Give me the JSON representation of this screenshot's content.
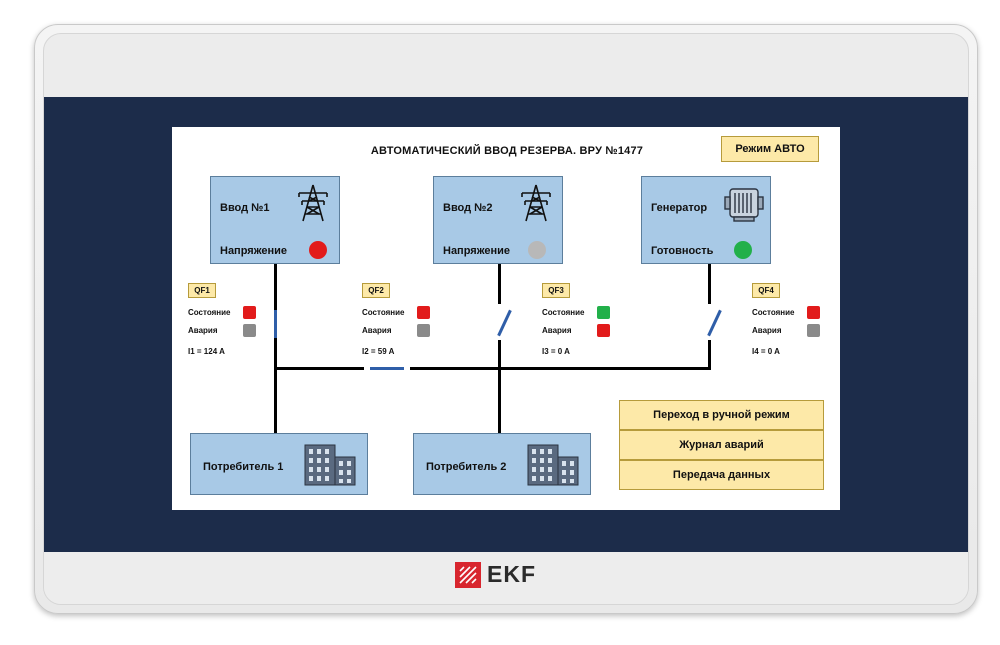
{
  "screen": {
    "title": "АВТОМАТИЧЕСКИЙ ВВОД РЕЗЕРВА. ВРУ №1477",
    "mode_label": "Режим АВТО"
  },
  "sources": [
    {
      "name": "Ввод №1",
      "status_label": "Напряжение",
      "lamp_color": "#e21b1b",
      "icon": "power-tower-icon"
    },
    {
      "name": "Ввод №2",
      "status_label": "Напряжение",
      "lamp_color": "#b8b8b8",
      "icon": "power-tower-icon"
    },
    {
      "name": "Генератор",
      "status_label": "Готовность",
      "lamp_color": "#22b04a",
      "icon": "generator-icon"
    }
  ],
  "breakers": [
    {
      "label": "QF1",
      "state_label": "Состояние",
      "state_color": "#e21b1b",
      "alarm_label": "Авария",
      "alarm_color": "#8a8a8a",
      "current": "I1 = 124 A"
    },
    {
      "label": "QF2",
      "state_label": "Состояние",
      "state_color": "#e21b1b",
      "alarm_label": "Авария",
      "alarm_color": "#8a8a8a",
      "current": "I2 = 59 A"
    },
    {
      "label": "QF3",
      "state_label": "Состояние",
      "state_color": "#22b04a",
      "alarm_label": "Авария",
      "alarm_color": "#e21b1b",
      "current": "I3 = 0 A"
    },
    {
      "label": "QF4",
      "state_label": "Состояние",
      "state_color": "#e21b1b",
      "alarm_label": "Авария",
      "alarm_color": "#8a8a8a",
      "current": "I4 = 0 A"
    }
  ],
  "consumers": [
    {
      "name": "Потребитель 1",
      "icon": "building-icon"
    },
    {
      "name": "Потребитель 2",
      "icon": "building-icon"
    }
  ],
  "menu": {
    "manual_mode": "Переход в ручной режим",
    "alarm_log": "Журнал аварий",
    "data_transfer": "Передача данных"
  },
  "brand": {
    "logo_text": "EKF",
    "logo_color": "#d8262e"
  }
}
